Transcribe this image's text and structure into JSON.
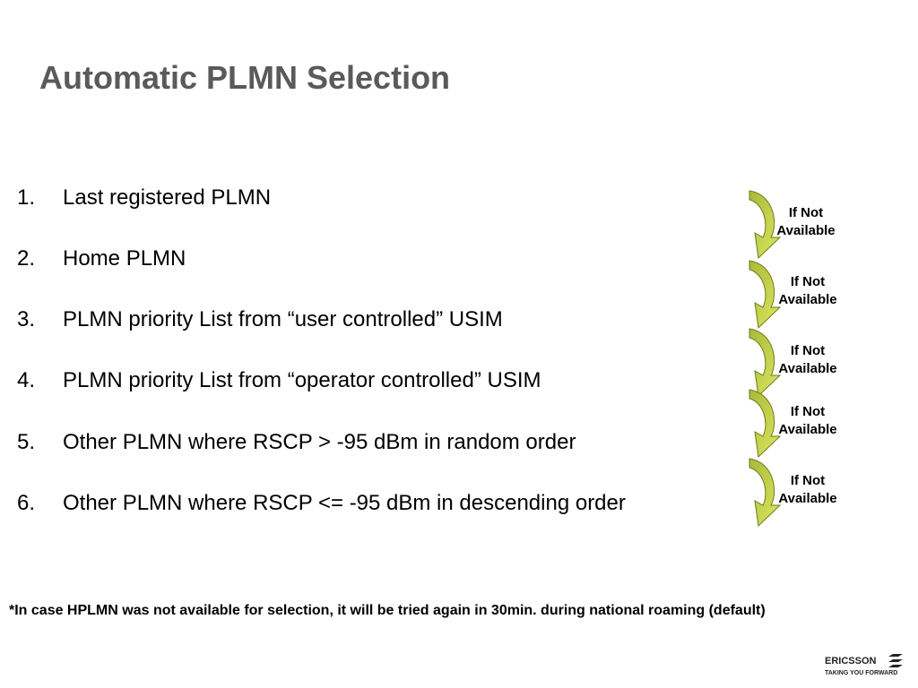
{
  "slide": {
    "title": "Automatic PLMN Selection",
    "items": [
      {
        "num": "1.",
        "text": "Last registered PLMN"
      },
      {
        "num": "2.",
        "text": "Home PLMN"
      },
      {
        "num": "3.",
        "text": "PLMN priority List from “user controlled” USIM"
      },
      {
        "num": "4.",
        "text": "PLMN priority List from “operator controlled” USIM"
      },
      {
        "num": "5.",
        "text": "Other PLMN where RSCP > -95 dBm in random order"
      },
      {
        "num": "6.",
        "text": "Other PLMN where RSCP <= -95 dBm in descending order"
      }
    ],
    "conditions": [
      "If Not\nAvailable",
      "If Not\nAvailable",
      "If Not\nAvailable",
      "If Not\nAvailable",
      "If Not\nAvailable"
    ],
    "footnote": "*In case HPLMN was not available for selection, it will be tried again in 30min. during  national roaming (default)"
  },
  "logo": {
    "name": "ERICSSON",
    "tagline": "TAKING YOU FORWARD"
  },
  "colors": {
    "title": "#5a5a5a",
    "arrow_fill_top": "#a9b83a",
    "arrow_fill_bottom": "#d8e65a",
    "arrow_stroke": "#6f7a1e"
  }
}
